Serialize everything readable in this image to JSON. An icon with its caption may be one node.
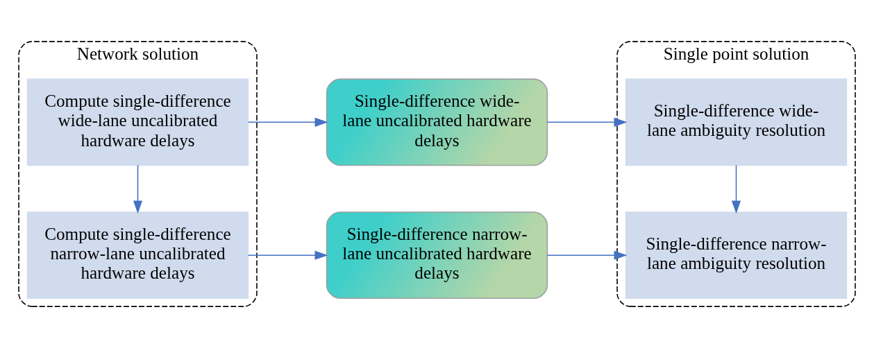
{
  "diagram": {
    "nodes": [
      {
        "text": [
          "Network solution"
        ]
      },
      {
        "text": [
          "Compute single-difference wide-lane uncalibrated hardware delays"
        ],
        "in": 0
      },
      {
        "text": [
          "Compute single-difference narrow-lane uncalibrated hardware delays"
        ],
        "in": 0
      },
      {
        "text": [
          "Single-difference wide-lane uncalibrated hardware delays"
        ]
      },
      {
        "text": [
          "Single-difference narrow-lane uncalibrated hardware delays"
        ]
      },
      {
        "text": [
          "Single point solution"
        ]
      },
      {
        "text": [
          "Single-difference wide-lane ambiguity resolution"
        ],
        "in": 5
      },
      {
        "text": [
          "Single-difference narrow-lane ambiguity resolution"
        ],
        "in": 5
      }
    ],
    "edges": [
      {
        "from": 1,
        "to": 3,
        "arrow": "to"
      },
      {
        "from": 3,
        "to": 6,
        "arrow": "to"
      },
      {
        "from": 1,
        "to": 2,
        "arrow": "to"
      },
      {
        "from": 6,
        "to": 7,
        "arrow": "to"
      },
      {
        "from": 2,
        "to": 4,
        "arrow": "to"
      },
      {
        "from": 4,
        "to": 7,
        "arrow": "to"
      }
    ]
  }
}
